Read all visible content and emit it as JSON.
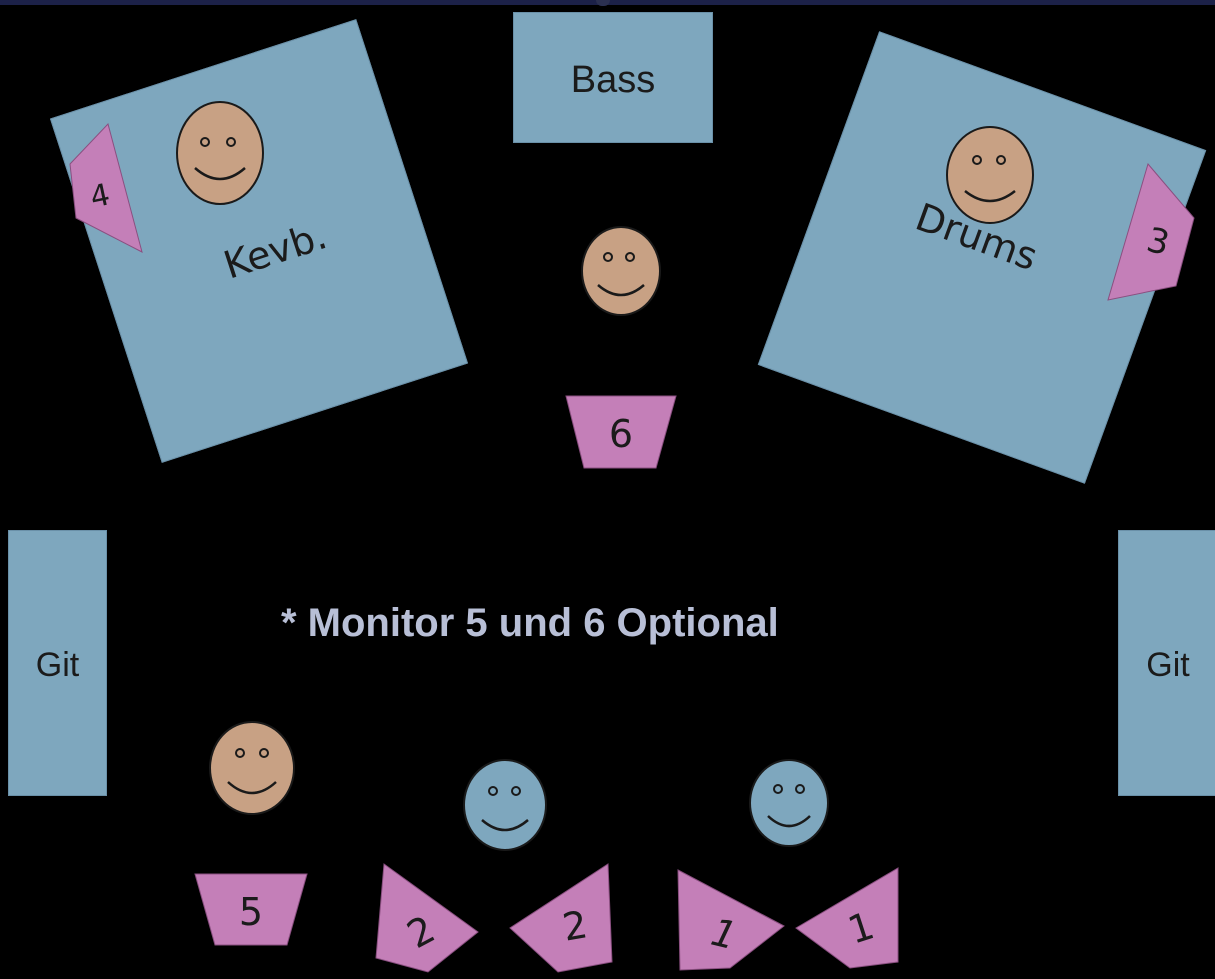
{
  "labels": {
    "bass": "Bass",
    "keyboard": "Kevb.",
    "drums": "Drums",
    "guitar_left": "Git",
    "guitar_right": "Git"
  },
  "monitors": {
    "m1_left": "1",
    "m1_right": "1",
    "m2_left": "2",
    "m2_right": "2",
    "m3": "3",
    "m4": "4",
    "m5": "5",
    "m6": "6"
  },
  "note": "* Monitor 5 und 6 Optional",
  "colors": {
    "background": "#000000",
    "platform": "#7ea7be",
    "monitor": "#c47fb8",
    "face_tan": "#c8a184",
    "face_blue": "#7ea7be",
    "note_text": "#b8bfd6"
  }
}
